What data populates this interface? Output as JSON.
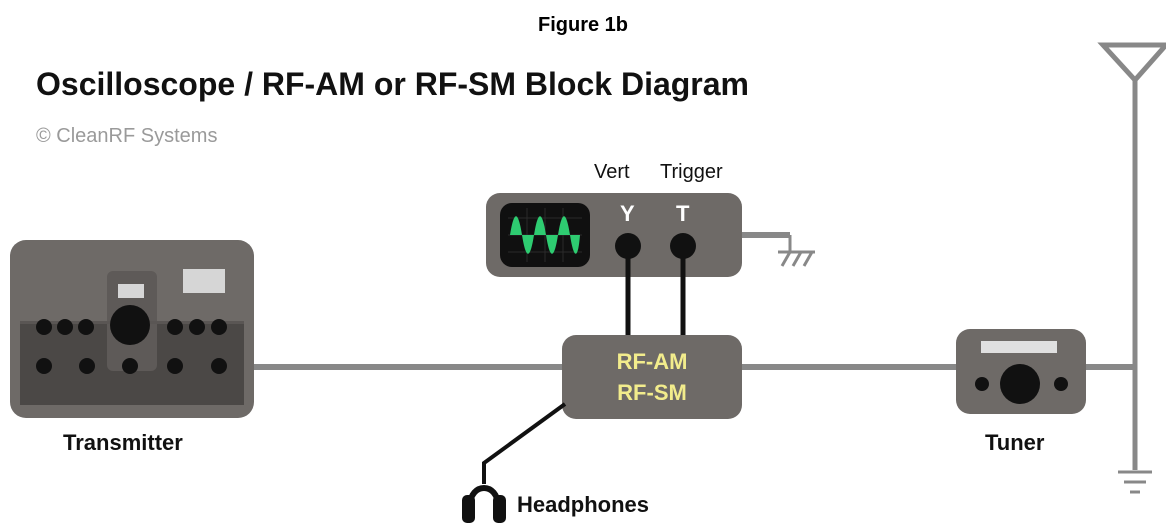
{
  "figure_label": "Figure 1b",
  "title": "Oscilloscope / RF-AM or RF-SM Block Diagram",
  "copyright": "© CleanRF Systems",
  "oscilloscope": {
    "vert_label": "Vert",
    "trigger_label": "Trigger",
    "y_jack": "Y",
    "t_jack": "T"
  },
  "monitor": {
    "line1": "RF-AM",
    "line2": "RF-SM"
  },
  "transmitter_label": "Transmitter",
  "tuner_label": "Tuner",
  "headphones_label": "Headphones",
  "colors": {
    "device_gray": "#6f6a67",
    "wire_gray": "#888888",
    "waveform_green": "#2ecc71",
    "text_yellow": "#f2ec8c"
  }
}
